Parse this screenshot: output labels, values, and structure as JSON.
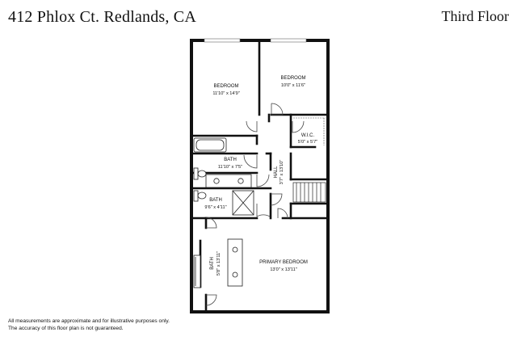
{
  "header": {
    "address": "412 Phlox Ct. Redlands, CA",
    "floor": "Third Floor"
  },
  "disclaimer": {
    "line1": "All measurements are approximate and for illustrative purposes only.",
    "line2": "The accuracy of this floor plan is not guaranteed."
  },
  "rooms": {
    "bedroom_left": {
      "name": "BEDROOM",
      "dims": "11'10\" x 14'9\""
    },
    "bedroom_right": {
      "name": "BEDROOM",
      "dims": "10'0\" x 11'6\""
    },
    "wic": {
      "name": "W.I.C.",
      "dims": "5'0\" x 5'7\""
    },
    "bath_main": {
      "name": "BATH",
      "dims": "11'10\" x 7'5\""
    },
    "hall": {
      "name": "HALL",
      "dims": "3'7\" x 13'10\""
    },
    "bath_small": {
      "name": "BATH",
      "dims": "9'6\" x 4'11\""
    },
    "bath_primary": {
      "name": "BATH",
      "dims": "5'8\" x 13'11\""
    },
    "primary_bedroom": {
      "name": "PRIMARY BEDROOM",
      "dims": "13'0\" x 13'11\""
    }
  }
}
